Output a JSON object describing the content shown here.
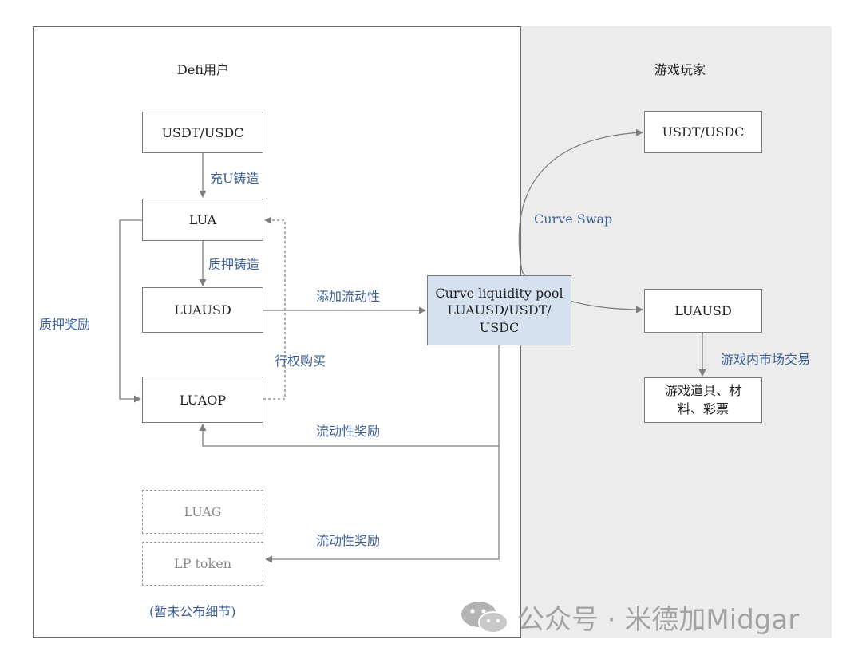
{
  "left_panel": {
    "heading": "Defi用户",
    "boxes": {
      "usdt": "USDT/USDC",
      "lua": "LUA",
      "luausd": "LUAUSD",
      "luaop": "LUAOP",
      "luag": "LUAG",
      "lp_token": "LP token"
    },
    "labels": {
      "charge_mint": "充U铸造",
      "stake_mint": "质押铸造",
      "stake_reward": "质押奖励",
      "add_liquidity": "添加流动性",
      "exercise_buy": "行权购买",
      "liquidity_reward_1": "流动性奖励",
      "liquidity_reward_2": "流动性奖励"
    },
    "note": "(暂未公布细节)"
  },
  "pool": {
    "line1": "Curve liquidity pool",
    "line2": "LUAUSD/USDT/",
    "line3": "USDC"
  },
  "right_panel": {
    "heading": "游戏玩家",
    "boxes": {
      "usdt": "USDT/USDC",
      "luausd": "LUAUSD",
      "items_line1": "游戏道具、材",
      "items_line2": "料、彩票"
    },
    "labels": {
      "curve_swap": "Curve Swap",
      "market_trade": "游戏内市场交易"
    }
  },
  "watermark": "公众号 · 米德加Midgar",
  "colors": {
    "label_blue": "#3c5f95",
    "pool_fill": "#d6e1f0",
    "right_bg": "#ececec",
    "arrow_gray": "#7f7f7f"
  }
}
